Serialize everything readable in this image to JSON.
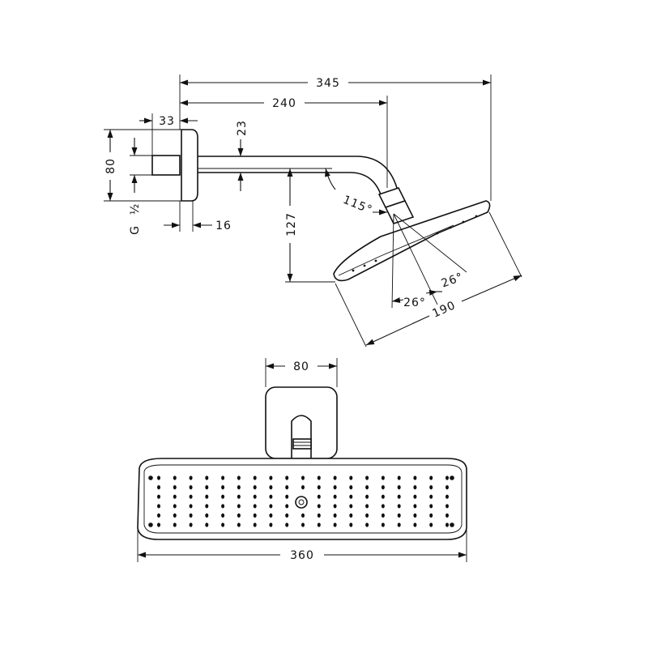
{
  "dimensions": {
    "overall_projection": "345",
    "arm_projection": "240",
    "wall_plate_depth": "33",
    "arm_height": "23",
    "plate_height": "80",
    "plate_offset": "16",
    "thread": "G",
    "thread_size": "½",
    "drop_height": "127",
    "angle": "115°",
    "tilt_left": "26°",
    "tilt_right": "26°",
    "head_depth": "190",
    "front_plate_width": "80",
    "head_width": "360"
  }
}
